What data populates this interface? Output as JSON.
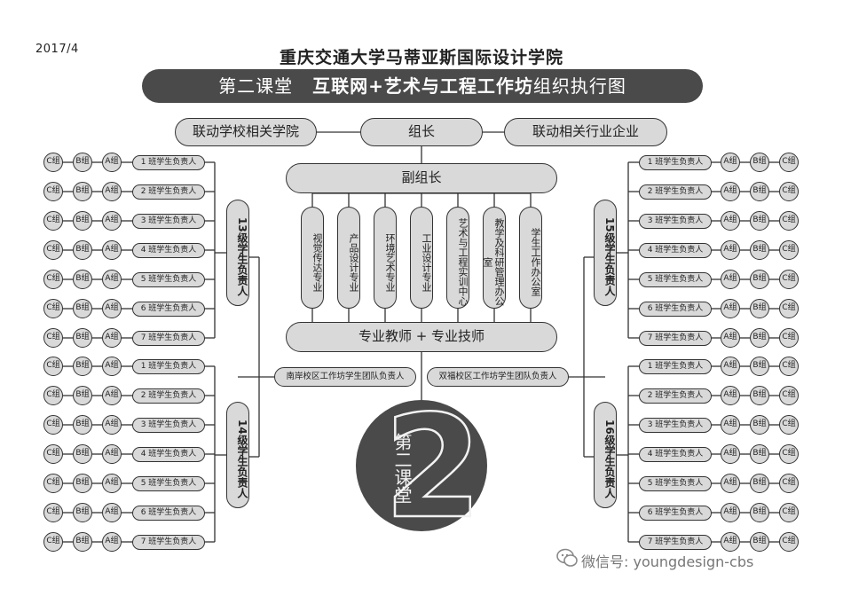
{
  "header": {
    "date": "2017/4",
    "school": "重庆交通大学马蒂亚斯国际设计学院",
    "banner_part1": "第二课堂",
    "banner_part2": "互联网+艺术与工程工作坊",
    "banner_part3": "组织执行图"
  },
  "top_row": {
    "left": "联动学校相关学院",
    "center": "组长",
    "right": "联动相关行业企业"
  },
  "vice_leader": "副组长",
  "departments": [
    "视觉传达专业",
    "产品设计专业",
    "环境艺术专业",
    "工业设计专业",
    "艺术与工程实训中心",
    "教学及科研管理办公室",
    "学生工作办公室"
  ],
  "teachers": "专业教师 + 专业技师",
  "teams": {
    "left": "南岸校区工作坊学生团队负责人",
    "right": "双福校区工作坊学生团队负责人"
  },
  "grades": {
    "g13": "13级学生负责人",
    "g14": "14级学生负责人",
    "g15": "15级学生负责人",
    "g16": "16级学生负责人"
  },
  "class_heads": [
    "1 班学生负责人",
    "2 班学生负责人",
    "3 班学生负责人",
    "4 班学生负责人",
    "5 班学生负责人",
    "6 班学生负责人",
    "7 班学生负责人"
  ],
  "group_labels": {
    "a": "A组",
    "b": "B组",
    "c": "C组"
  },
  "badge": {
    "text": "第二课堂",
    "numeral": "2"
  },
  "watermark": "微信号: youngdesign-cbs",
  "colors": {
    "pill_fill": "#d9d9d9",
    "dark": "#4a4a4a",
    "line": "#333333"
  }
}
